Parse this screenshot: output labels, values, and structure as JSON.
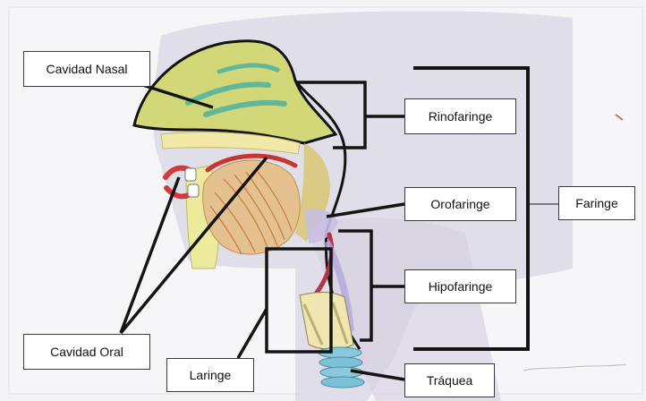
{
  "labels": {
    "cavidad_nasal": "Cavidad Nasal",
    "rinofaringe": "Rinofaringe",
    "orofaringe": "Orofaringe",
    "hipofaringe": "Hipofaringe",
    "faringe": "Faringe",
    "cavidad_oral": "Cavidad Oral",
    "laringe": "Laringe",
    "traquea": "Tráquea"
  },
  "colors": {
    "paper": "#f4f4f6",
    "head_shade": "#d9d6e3",
    "nasal_fill": "#cfd77a",
    "nasal_stripes": "#5fb89a",
    "outline": "#141414",
    "tongue": "#c9a26a",
    "lips": "#d23a3a",
    "trachea_rings": "#7cc2d6",
    "pharynx": "#c8bfe3",
    "bone": "#f2e9a8"
  }
}
